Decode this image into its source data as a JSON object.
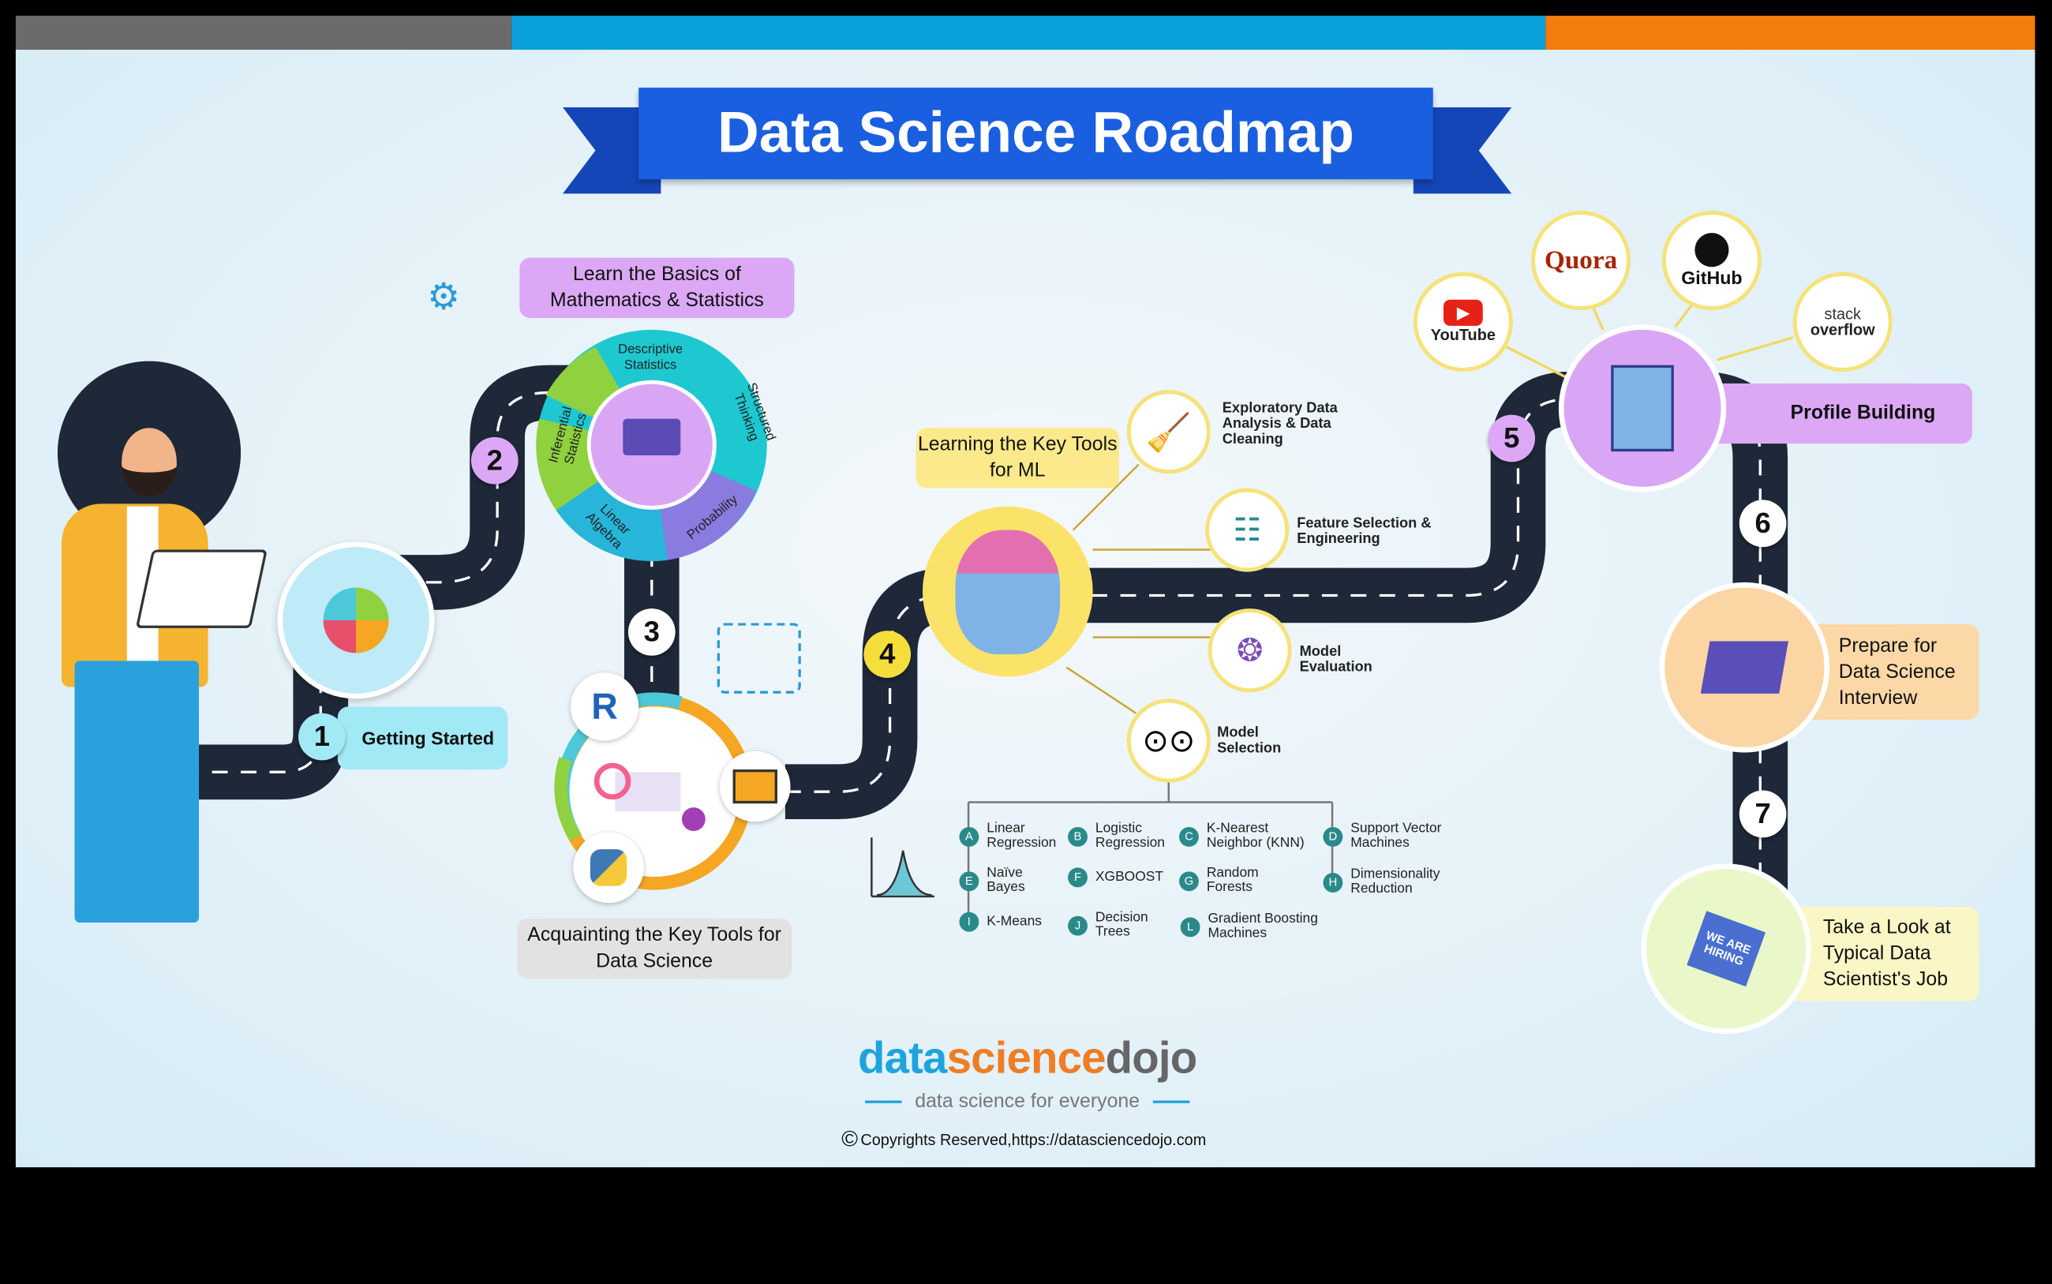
{
  "title": "Data Science Roadmap",
  "colors": {
    "top_bar": [
      "#6b6b6b",
      "#0aa0dc",
      "#f47c0c"
    ],
    "banner": "#1a5fe0",
    "road": "#1e2838",
    "purple": "#dca8f5",
    "yellow": "#fbe98c",
    "cyan": "#a2e9f6",
    "orange": "#fcd8a6"
  },
  "steps": [
    {
      "number": "1",
      "label": "Getting Started"
    },
    {
      "number": "2",
      "label": "Learn the Basics of Mathematics & Statistics"
    },
    {
      "number": "3",
      "label": "Acquainting the Key Tools for Data Science"
    },
    {
      "number": "4",
      "label": "Learning the Key Tools for ML"
    },
    {
      "number": "5",
      "label": "Profile Building"
    },
    {
      "number": "6",
      "label": "Prepare for Data Science Interview"
    },
    {
      "number": "7",
      "label": "Take a Look at Typical Data Scientist's Job"
    }
  ],
  "math_wheel": [
    "Descriptive Statistics",
    "Structured Thinking",
    "Probability",
    "Linear Algebra",
    "Inferential Statistics"
  ],
  "tools": {
    "r": "R",
    "icons": [
      "r-logo-icon",
      "python-logo-icon",
      "dashboard-icon"
    ]
  },
  "ml_topics": [
    "Exploratory Data Analysis & Data Cleaning",
    "Feature Selection & Engineering",
    "Model Evaluation",
    "Model Selection"
  ],
  "algorithms": [
    {
      "letter": "A",
      "name": "Linear Regression"
    },
    {
      "letter": "B",
      "name": "Logistic Regression"
    },
    {
      "letter": "C",
      "name": "K-Nearest Neighbor (KNN)"
    },
    {
      "letter": "D",
      "name": "Support Vector Machines"
    },
    {
      "letter": "E",
      "name": "Naïve Bayes"
    },
    {
      "letter": "F",
      "name": "XGBOOST"
    },
    {
      "letter": "G",
      "name": "Random Forests"
    },
    {
      "letter": "H",
      "name": "Dimensionality Reduction"
    },
    {
      "letter": "I",
      "name": "K-Means"
    },
    {
      "letter": "J",
      "name": "Decision Trees"
    },
    {
      "letter": "L",
      "name": "Gradient Boosting Machines"
    }
  ],
  "profiles": {
    "youtube": "YouTube",
    "quora": "Quora",
    "github": "GitHub",
    "stackoverflow_1": "stack",
    "stackoverflow_2": "overflow"
  },
  "hiring_sign": "WE ARE HIRING",
  "footer": {
    "logo_a": "data",
    "logo_b": "science",
    "logo_c": "dojo",
    "tagline": "data science for everyone",
    "copyright_symbol": "©",
    "copyright": "Copyrights Reserved,https://datasciencedojo.com"
  }
}
